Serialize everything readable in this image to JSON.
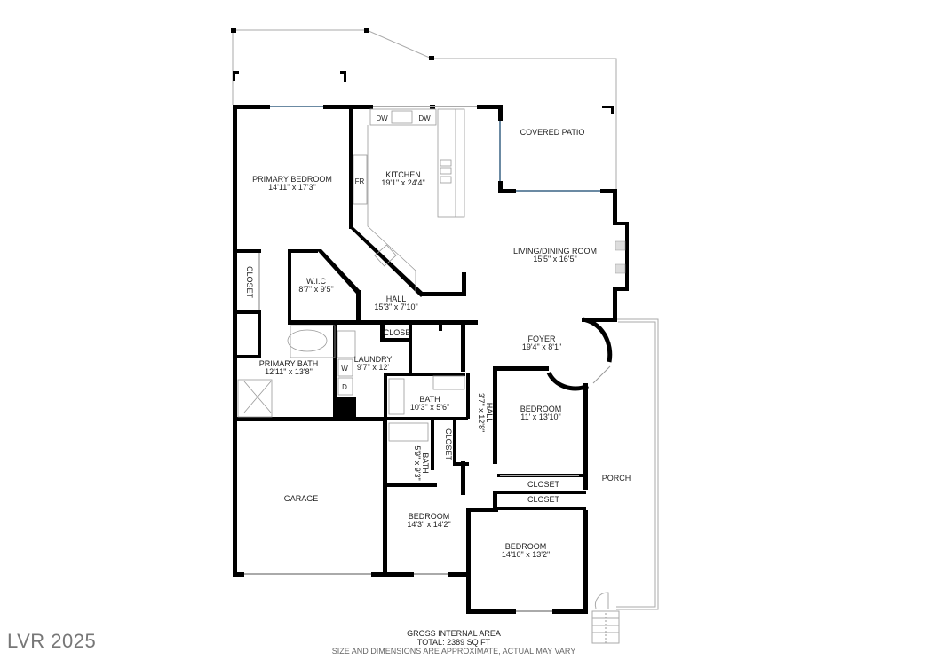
{
  "rooms": {
    "primary_bedroom": {
      "name": "PRIMARY BEDROOM",
      "dims": "14'11\" x 17'3\""
    },
    "kitchen": {
      "name": "KITCHEN",
      "dims": "19'1\" x 24'4\""
    },
    "covered_patio": {
      "name": "COVERED PATIO"
    },
    "living_dining": {
      "name": "LIVING/DINING ROOM",
      "dims": "15'5\" x 16'5\""
    },
    "wic": {
      "name": "W.I.C",
      "dims": "8'7\" x 9'5\""
    },
    "hall_main": {
      "name": "HALL",
      "dims": "15'3\" x 7'10\""
    },
    "closet_primary": {
      "name": "CLOSET"
    },
    "close_small": {
      "name": "CLOSE"
    },
    "foyer": {
      "name": "FOYER",
      "dims": "19'4\" x 8'1\""
    },
    "primary_bath": {
      "name": "PRIMARY BATH",
      "dims": "12'11\" x 13'8\""
    },
    "laundry": {
      "name": "LAUNDRY",
      "dims": "9'7\" x 12'"
    },
    "bath_1": {
      "name": "BATH",
      "dims": "10'3\" x 5'6\""
    },
    "hall_side": {
      "name": "HALL",
      "dims": "3'7\" x 12'8\""
    },
    "bedroom_1": {
      "name": "BEDROOM",
      "dims": "11' x 13'10\""
    },
    "bath_2": {
      "name": "BATH",
      "dims": "5'9\" x 9'3\""
    },
    "closet_hall": {
      "name": "CLOSET"
    },
    "closet_a": {
      "name": "CLOSET"
    },
    "closet_b": {
      "name": "CLOSET"
    },
    "porch": {
      "name": "PORCH"
    },
    "garage": {
      "name": "GARAGE"
    },
    "bedroom_2": {
      "name": "BEDROOM",
      "dims": "14'3\" x 14'2\""
    },
    "bedroom_3": {
      "name": "BEDROOM",
      "dims": "14'10\" x 13'2\""
    }
  },
  "fixtures": {
    "dw1": "DW",
    "dw2": "DW",
    "fridge": "FR",
    "washer": "W",
    "dryer": "D"
  },
  "footer": {
    "gross_internal_area": "GROSS INTERNAL AREA",
    "total": "TOTAL: 2389 SQ FT",
    "disclaimer": "SIZE AND DIMENSIONS ARE APPROXIMATE, ACTUAL MAY VARY"
  },
  "watermark": "LVR 2025"
}
